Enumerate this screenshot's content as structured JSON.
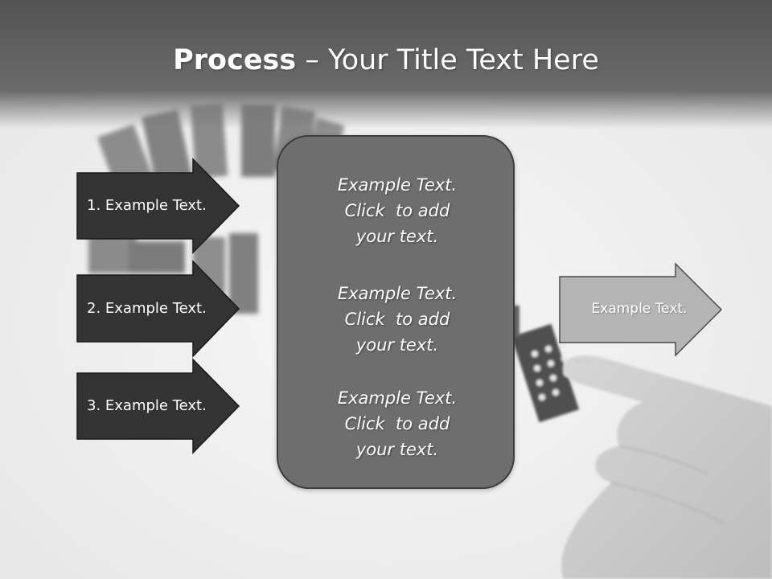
{
  "title": {
    "bold": "Process",
    "rest": " – Your Title Text Here"
  },
  "steps": [
    {
      "label": "1. Example Text."
    },
    {
      "label": "2. Example Text."
    },
    {
      "label": "3. Example Text."
    }
  ],
  "center_blocks": [
    {
      "lines": [
        "Example Text.",
        "Click  to add",
        "your text."
      ]
    },
    {
      "lines": [
        "Example Text.",
        "Click  to add",
        "your text."
      ]
    },
    {
      "lines": [
        "Example Text.",
        "Click  to add",
        "your text."
      ]
    }
  ],
  "output": {
    "label": "Example Text."
  },
  "colors": {
    "header": "#545454",
    "step_arrow": "#333333",
    "center_box": "#6e6e6e",
    "output_arrow": "#b4b4b4",
    "text": "#ffffff"
  }
}
